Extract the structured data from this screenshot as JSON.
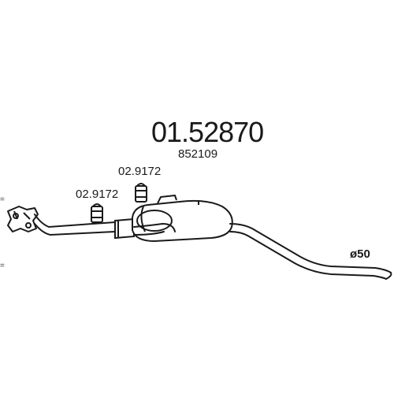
{
  "diagram": {
    "part_number": "01.52870",
    "reference_number": "852109",
    "clamps": [
      {
        "label": "02.9172"
      },
      {
        "label": "02.9172"
      }
    ],
    "diameter_label": "ø50",
    "line_color": "#1a1a1a",
    "background_color": "#ffffff"
  }
}
